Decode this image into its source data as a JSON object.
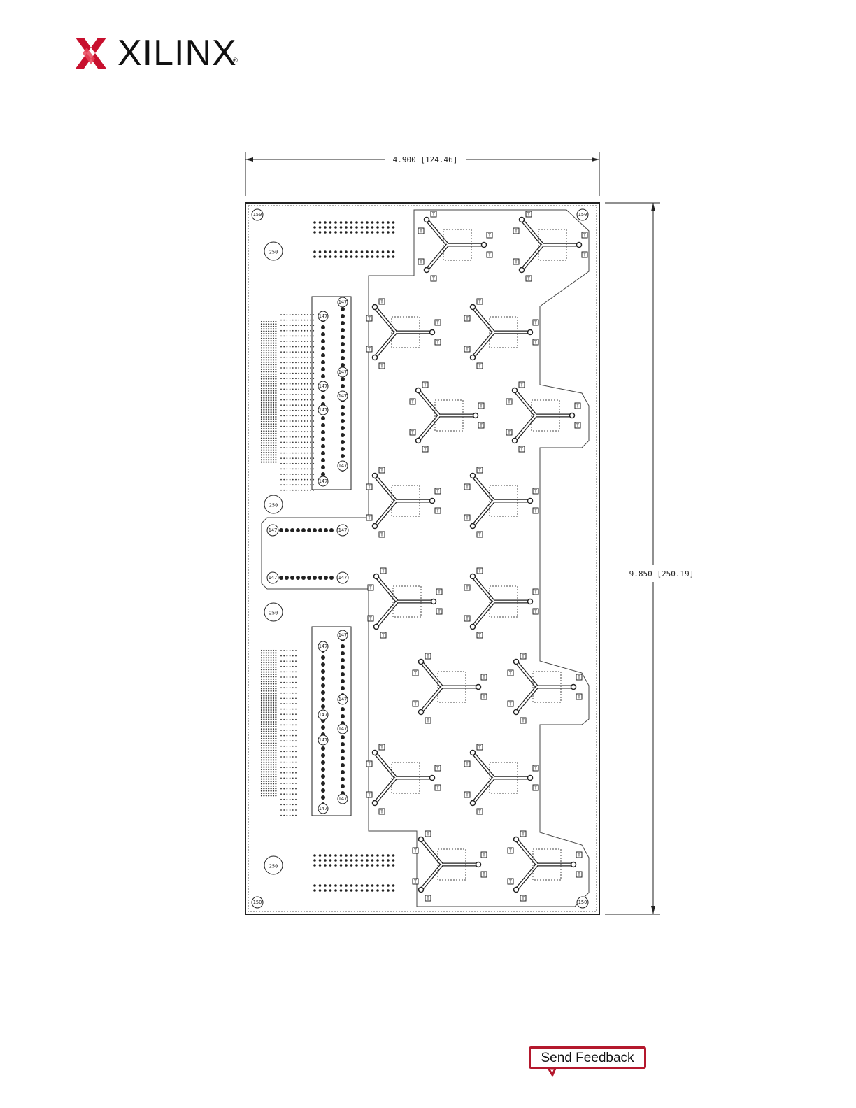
{
  "header": {
    "brand_name": "XILINX",
    "brand_mark": "®",
    "brand_color": "#c8102e",
    "logo_icon": "xilinx-x-icon"
  },
  "drawing": {
    "width_dimension": "4.900 [124.46]",
    "height_dimension": "9.850 [250.19]",
    "mounting_hole_corner_label": "150",
    "mounting_hole_large_label": "250",
    "connector_hole_label": "147",
    "test_point_label": "T"
  },
  "footer": {
    "feedback_label": "Send Feedback",
    "feedback_color": "#b4182d"
  }
}
